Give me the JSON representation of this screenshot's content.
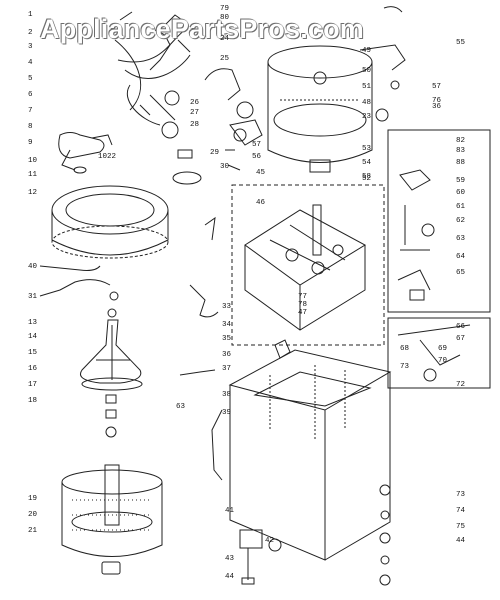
{
  "watermark": "AppliancePartsPros.com",
  "callouts_left": [
    "1",
    "2",
    "3",
    "4",
    "5",
    "6",
    "7",
    "8",
    "9",
    "10",
    "11",
    "12",
    "40",
    "31",
    "13",
    "14",
    "15",
    "16",
    "17",
    "18",
    "19",
    "20",
    "21"
  ],
  "callouts_center": [
    "79",
    "80",
    "24",
    "25",
    "26",
    "27",
    "28",
    "29",
    "30",
    "57",
    "56",
    "1022",
    "45",
    "46",
    "77",
    "78",
    "47",
    "33",
    "34",
    "35",
    "36",
    "37",
    "38",
    "39",
    "63",
    "41",
    "43",
    "44",
    "42"
  ],
  "callouts_right": [
    "55",
    "49",
    "50",
    "51",
    "48",
    "23",
    "53",
    "54",
    "58",
    "52",
    "36",
    "57",
    "76",
    "82",
    "83",
    "88",
    "59",
    "60",
    "61",
    "62",
    "63",
    "64",
    "65",
    "66",
    "67",
    "68",
    "69",
    "70",
    "73",
    "72",
    "73",
    "74",
    "75",
    "44"
  ]
}
